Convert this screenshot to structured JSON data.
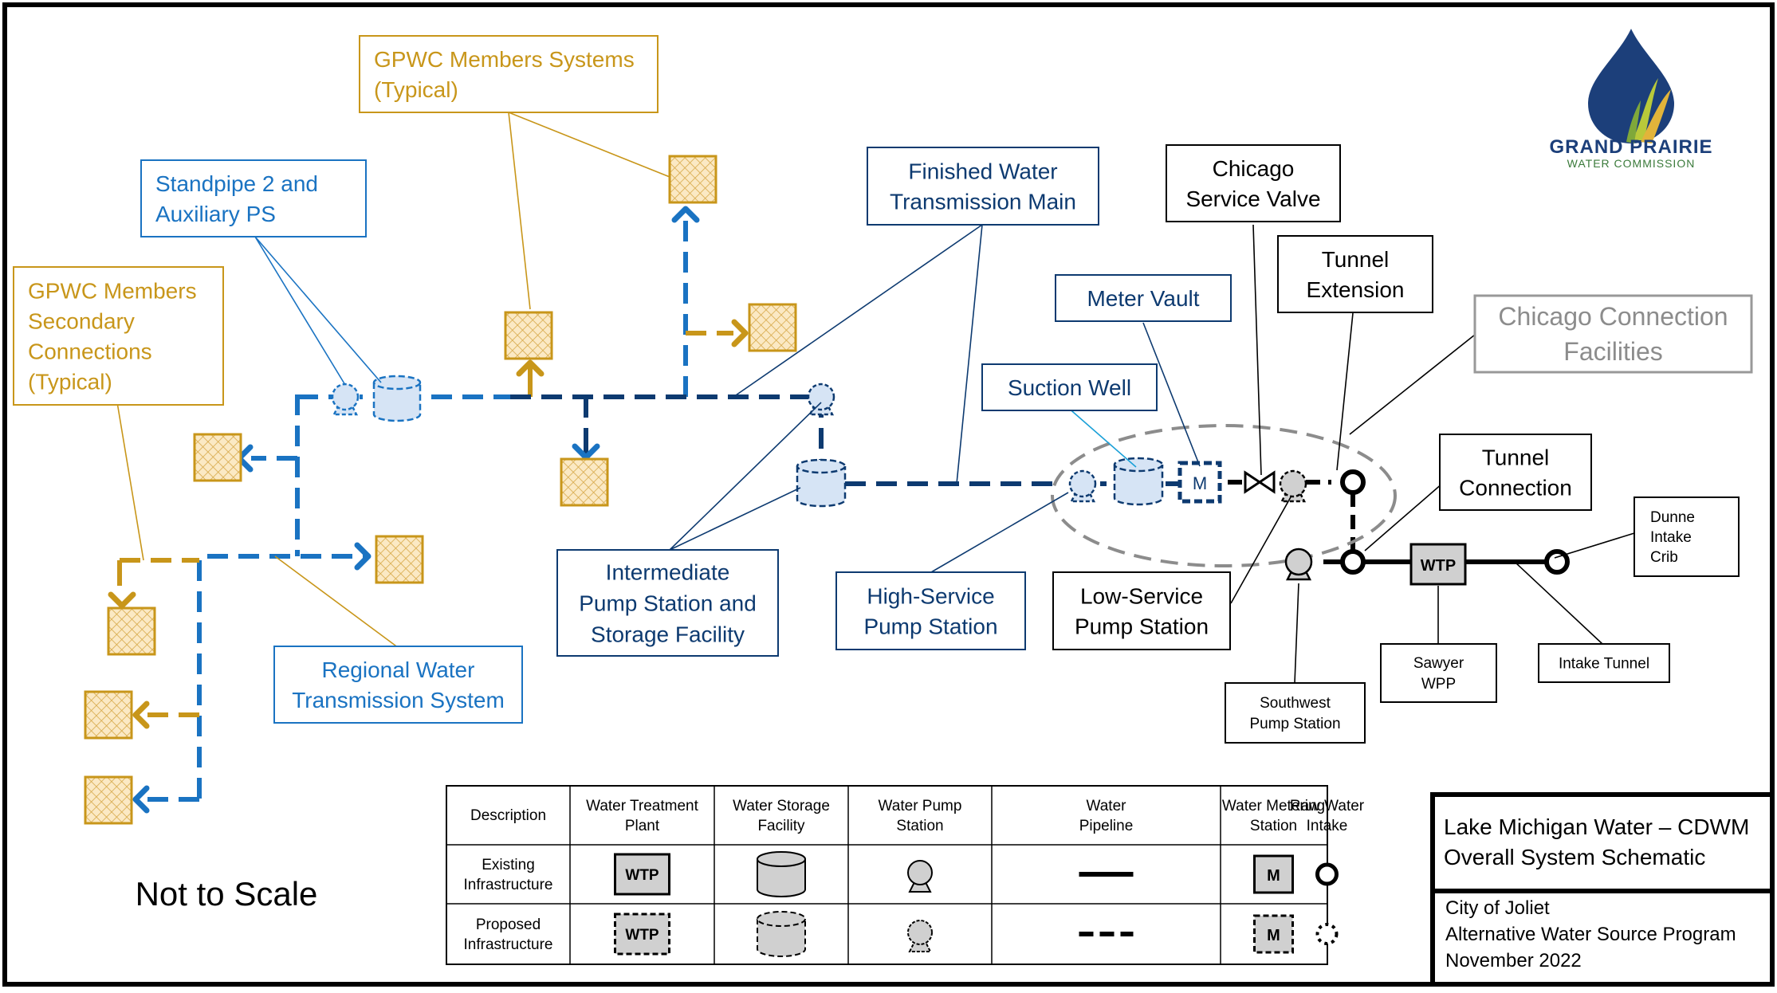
{
  "colors": {
    "gold": "#c8961a",
    "blue": "#1a73c2",
    "navy": "#0d3a70",
    "grey": "#8c8c8c",
    "black": "#000000",
    "hatch": "#f4d9a0"
  },
  "logo": {
    "name": "GRAND PRAIRIE",
    "subtitle": "WATER COMMISSION",
    "icon": "water-drop-grass-icon"
  },
  "labels": {
    "gpwc_members_systems": [
      "GPWC Members Systems",
      "(Typical)"
    ],
    "standpipe": [
      "Standpipe 2 and",
      "Auxiliary PS"
    ],
    "gpwc_secondary": [
      "GPWC Members",
      "Secondary",
      "Connections",
      "(Typical)"
    ],
    "finished_water": [
      "Finished Water",
      "Transmission Main"
    ],
    "chicago_service_valve": [
      "Chicago",
      "Service Valve"
    ],
    "tunnel_extension": [
      "Tunnel",
      "Extension"
    ],
    "meter_vault": [
      "Meter Vault"
    ],
    "chicago_connection": [
      "Chicago Connection",
      "Facilities"
    ],
    "suction_well": [
      "Suction Well"
    ],
    "tunnel_connection": [
      "Tunnel",
      "Connection"
    ],
    "dunne": [
      "Dunne",
      "Intake",
      "Crib"
    ],
    "intermediate": [
      "Intermediate",
      "Pump Station and",
      "Storage Facility"
    ],
    "high_service": [
      "High-Service",
      "Pump Station"
    ],
    "low_service": [
      "Low-Service",
      "Pump Station"
    ],
    "sawyer": [
      "Sawyer",
      "WPP"
    ],
    "intake_tunnel": [
      "Intake Tunnel"
    ],
    "southwest": [
      "Southwest",
      "Pump Station"
    ],
    "regional": [
      "Regional Water",
      "Transmission System"
    ]
  },
  "symbols": {
    "wtp": "WTP",
    "meter": "M"
  },
  "legend": {
    "headers": [
      [
        "Description"
      ],
      [
        "Water Treatment",
        "Plant"
      ],
      [
        "Water Storage",
        "Facility"
      ],
      [
        "Water Pump",
        "Station"
      ],
      [
        "Water",
        "Pipeline"
      ],
      [
        "Water Metering",
        "Station"
      ],
      [
        "Raw Water",
        "Intake"
      ]
    ],
    "rows": [
      {
        "label": [
          "Existing",
          "Infrastructure"
        ],
        "style": "existing"
      },
      {
        "label": [
          "Proposed",
          "Infrastructure"
        ],
        "style": "proposed"
      }
    ]
  },
  "scale_note": "Not to Scale",
  "title_block": {
    "title_lines": [
      "Lake Michigan Water – CDWM",
      "Overall System Schematic"
    ],
    "info_lines": [
      "City of Joliet",
      "Alternative Water Source Program",
      "November 2022"
    ]
  }
}
